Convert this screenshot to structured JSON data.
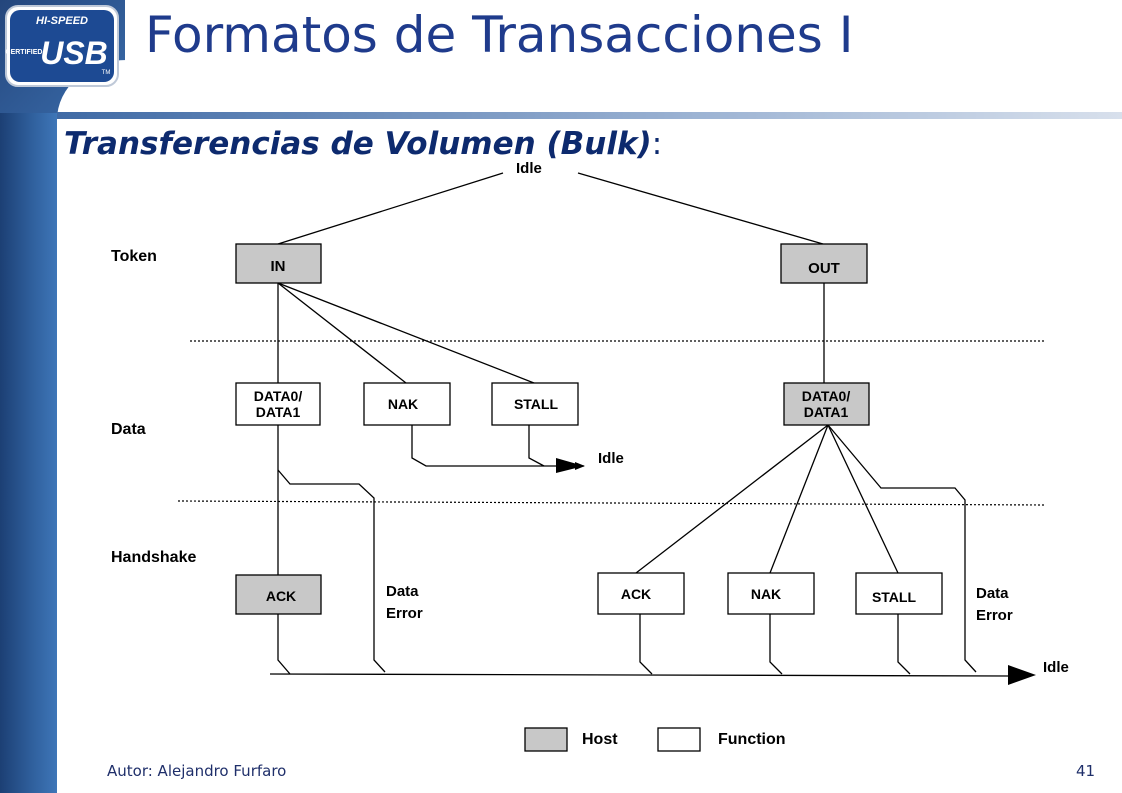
{
  "slide": {
    "title": "Formatos de Transacciones I",
    "subtitle": "Transferencias de Volumen (Bulk)",
    "subtitle_suffix": ":"
  },
  "logo": {
    "top_text": "HI-SPEED",
    "side_text": "CERTIFIED",
    "main_text": "USB",
    "tm": "TM"
  },
  "diagram": {
    "row_labels": {
      "token": "Token",
      "data": "Data",
      "handshake": "Handshake"
    },
    "idle_labels": {
      "top": "Idle",
      "nak_stall": "Idle",
      "bottom": "Idle"
    },
    "boxes": {
      "in": "IN",
      "out": "OUT",
      "in_data": [
        "DATA0/",
        "DATA1"
      ],
      "in_nak": "NAK",
      "in_stall": "STALL",
      "out_data": [
        "DATA0/",
        "DATA1"
      ],
      "in_ack": "ACK",
      "out_ack": "ACK",
      "out_nak": "NAK",
      "out_stall": "STALL"
    },
    "data_error": {
      "left": [
        "Data",
        "Error"
      ],
      "right": [
        "Data",
        "Error"
      ]
    },
    "legend": {
      "host": "Host",
      "function": "Function"
    },
    "colors": {
      "host_fill": "#c8c8c8",
      "function_fill": "#ffffff"
    }
  },
  "footer": {
    "author": "Autor: Alejandro Furfaro",
    "page": "41"
  }
}
